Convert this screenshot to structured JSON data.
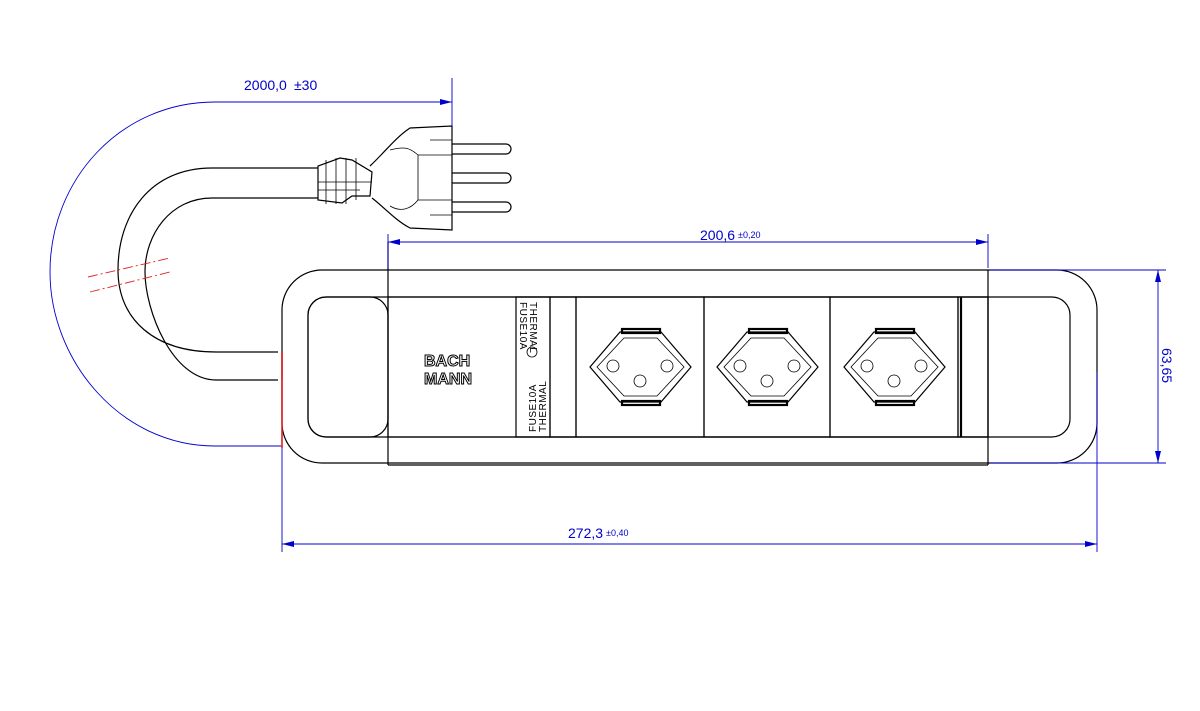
{
  "drawing": {
    "brand": {
      "line1": "BACH",
      "line2": "MANN"
    },
    "fuse_label": {
      "line1": "THERMAL",
      "line2": "FUSE10A"
    },
    "dimensions": {
      "cable_length": {
        "value": "2000,0",
        "tolerance": "±30"
      },
      "socket_length": {
        "value": "200,6",
        "tolerance": "±0,20"
      },
      "overall_length": {
        "value": "272,3",
        "tolerance": "±0,40"
      },
      "height": {
        "value": "63,65"
      }
    },
    "socket_count": 3,
    "colors": {
      "dimension": "#0000cc",
      "outline": "#000000",
      "centerline": "#dd2222"
    }
  }
}
